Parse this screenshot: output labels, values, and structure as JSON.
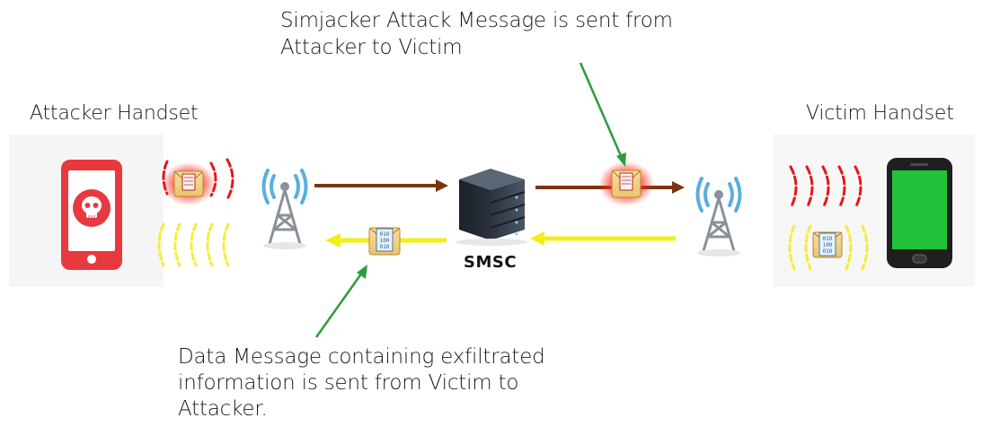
{
  "captions": {
    "top_line1": "Simjacker Attack Message is sent from",
    "top_line2": "Attacker to Victim",
    "bottom_line1": "Data Message containing exfiltrated",
    "bottom_line2": "information is sent from Victim to",
    "bottom_line3": "Attacker."
  },
  "nodes": {
    "attacker": "Attacker Handset",
    "victim": "Victim Handset",
    "smsc": "SMSC"
  },
  "data_message_digits": [
    "010",
    "100",
    "010"
  ],
  "colors": {
    "attack_arrow": "#7a3512",
    "data_arrow": "#f1ee1a",
    "pointer_line": "#2e9b3c",
    "attacker_phone": "#e8393f",
    "victim_screen": "#22c23a",
    "red_waves": "#e5161c",
    "yellow_waves": "#f2ee3a"
  },
  "icons": {
    "attacker_phone": "skull-phone-icon",
    "victim_phone": "smartphone-icon",
    "towers": "cell-tower-icon",
    "server": "server-icon",
    "messages": "envelope-icon"
  }
}
